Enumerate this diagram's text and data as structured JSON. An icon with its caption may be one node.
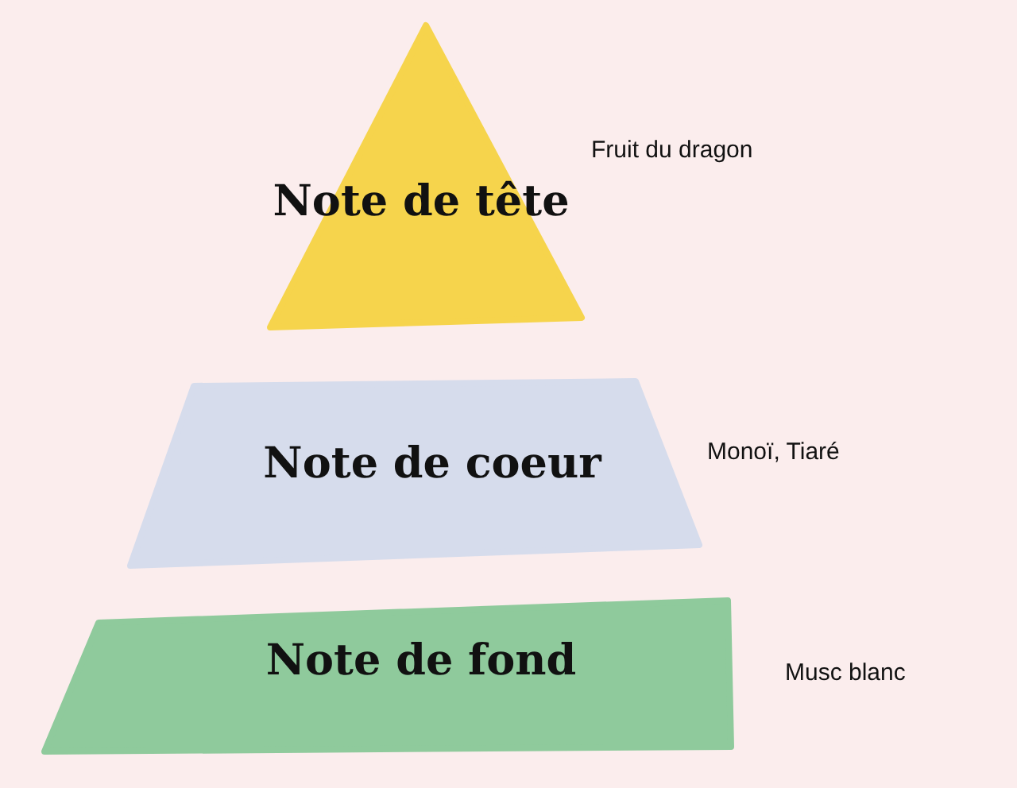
{
  "diagram": {
    "nodes": [
      {
        "text": [
          "Note de tête"
        ],
        "beside": [
          "Fruit du dragon"
        ]
      },
      {
        "text": [
          "Note de coeur"
        ],
        "beside": [
          "Monoï, Tiaré"
        ]
      },
      {
        "text": [
          "Note de fond"
        ],
        "beside": [
          "Musc blanc"
        ]
      }
    ],
    "edges": []
  }
}
